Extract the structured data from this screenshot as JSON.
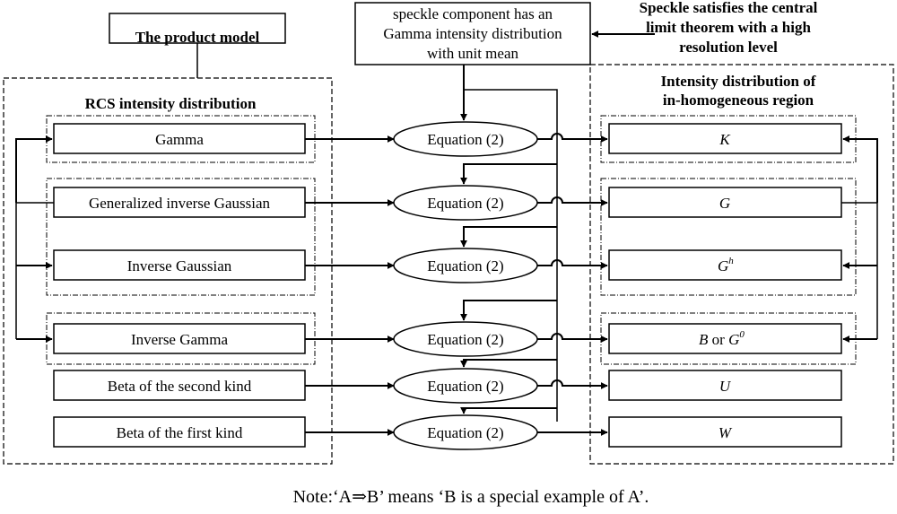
{
  "header": {
    "product_model": "The product model",
    "speckle_component": [
      "speckle component has an",
      "Gamma intensity distribution",
      "with unit mean"
    ],
    "clt_note": [
      "Speckle satisfies the central",
      "limit theorem with a high",
      "resolution level"
    ]
  },
  "left_panel": {
    "title": "RCS intensity distribution",
    "items": [
      "Gamma",
      "Generalized inverse Gaussian",
      "Inverse Gaussian",
      "Inverse Gamma",
      "Beta of the second kind",
      "Beta of the first kind"
    ]
  },
  "equations": [
    "Equation (2)",
    "Equation (2)",
    "Equation (2)",
    "Equation (2)",
    "Equation (2)",
    "Equation (2)"
  ],
  "right_panel": {
    "title": [
      "Intensity distribution of",
      "in-homogeneous region"
    ],
    "items": [
      {
        "main": "K",
        "sup": ""
      },
      {
        "main": "G",
        "sup": ""
      },
      {
        "main": "G",
        "sup": "h"
      },
      {
        "main": "B",
        "mid": " or ",
        "main2": "G",
        "sup": "0"
      },
      {
        "main": "U",
        "sup": ""
      },
      {
        "main": "W",
        "sup": ""
      }
    ]
  },
  "note": "Note:‘A⇒B’ means ‘B is a special example of A’."
}
